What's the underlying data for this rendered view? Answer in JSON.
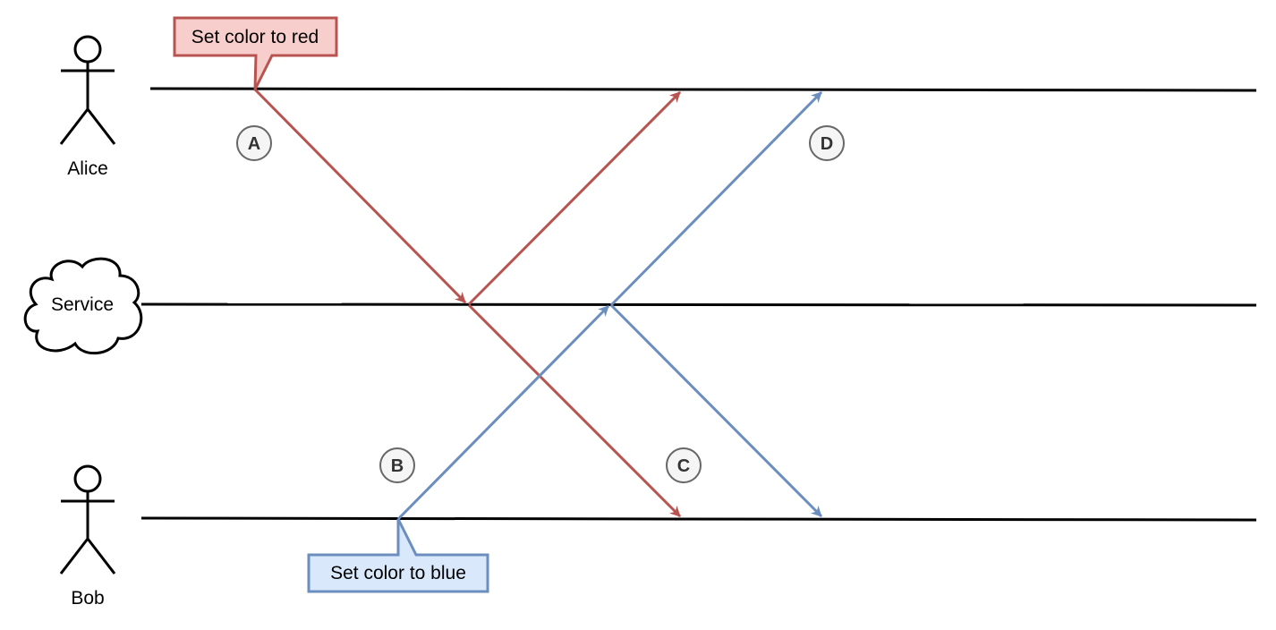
{
  "participants": {
    "alice": {
      "label": "Alice",
      "icon": "stick-figure-icon"
    },
    "service": {
      "label": "Service",
      "icon": "cloud-icon"
    },
    "bob": {
      "label": "Bob",
      "icon": "stick-figure-icon"
    }
  },
  "callouts": {
    "alice": {
      "text": "Set color to red",
      "fill": "#f8cecc",
      "stroke": "#b85450"
    },
    "bob": {
      "text": "Set color to blue",
      "fill": "#dae8fc",
      "stroke": "#6c8ebf"
    }
  },
  "markers": {
    "a": "A",
    "b": "B",
    "c": "C",
    "d": "D"
  },
  "colors": {
    "red_message": "#b85450",
    "blue_message": "#6c8ebf",
    "timeline": "#000000",
    "marker_fill": "#f5f5f5",
    "marker_stroke": "#666666"
  }
}
